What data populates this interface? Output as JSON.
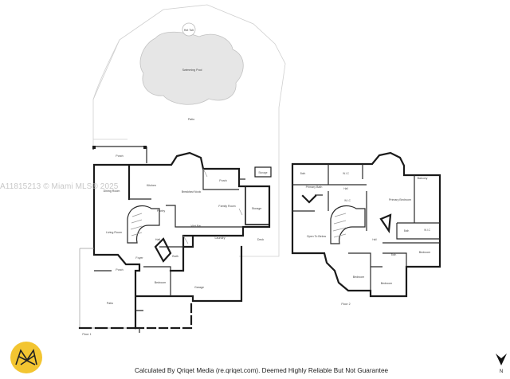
{
  "watermark": "A11815213 © Miami MLS® 2025",
  "footer": "Calculated By Qriqet Media (re.qriqet.com). Deemed Highly Reliable But Not Guarantee",
  "compass": "N",
  "floor1": {
    "title": "Floor 1",
    "rooms": {
      "hot_tub": "Hot Tub",
      "pool": "Swimming Pool",
      "patio": "Patio",
      "porch_top": "Porch",
      "dining": "Dining Room",
      "kitchen": "Kitchen",
      "breakfast": "Breakfast Nook",
      "pantry": "Pantry",
      "porch_right": "Porch",
      "storage_small": "Storage",
      "storage": "Storage",
      "family": "Family Room",
      "wet_bar": "Wet Bar",
      "living": "Living Room",
      "laundry": "Laundry",
      "deck": "Deck",
      "hall": "Hall",
      "foyer": "Foyer",
      "bath": "Bath",
      "porch_left": "Porch",
      "bedroom": "Bedroom",
      "garage": "Garage",
      "patio_lower": "Patio"
    }
  },
  "floor2": {
    "title": "Floor 2",
    "rooms": {
      "bath_a": "Bath",
      "wic_top": "W.I.C",
      "primary_bath": "Primary Bath",
      "hall_top": "Hall",
      "balcony": "Balcony",
      "primary_bedroom": "Primary Bedroom",
      "wic_mid": "W.I.C",
      "open_to_below": "Open To Below",
      "hall_mid": "Hall",
      "bath_b": "Bath",
      "wic_right": "W.I.C",
      "bath_c": "Bath",
      "bedroom_right": "Bedroom",
      "bedroom_left": "Bedroom",
      "bedroom_mid": "Bedroom"
    }
  }
}
